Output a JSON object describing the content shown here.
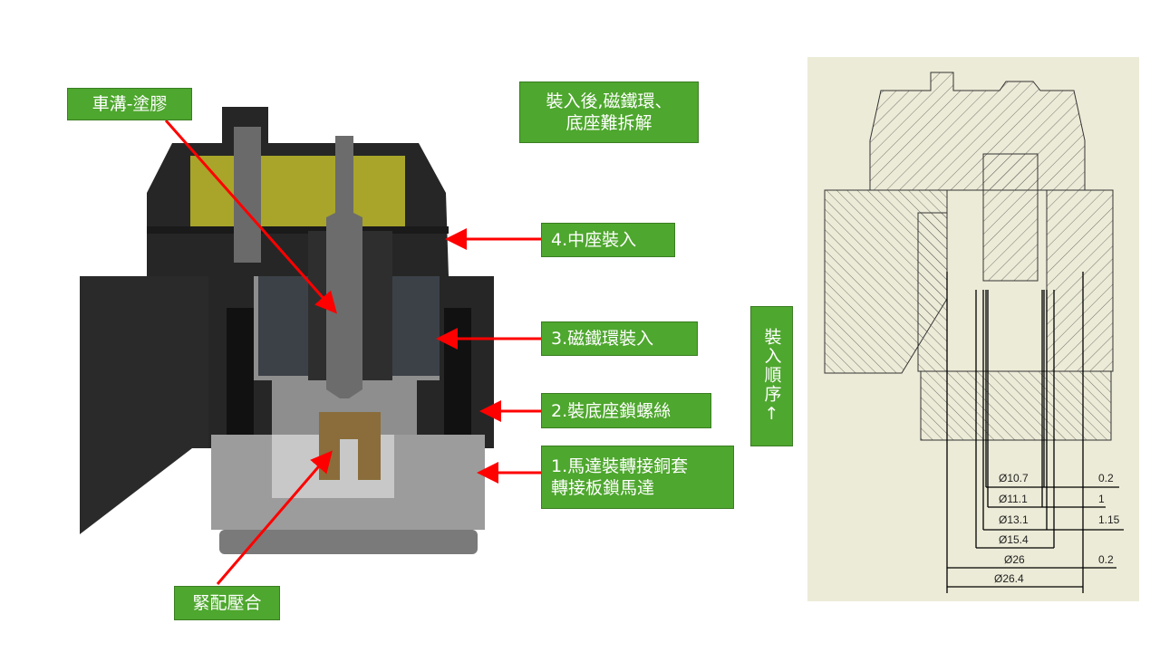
{
  "callouts": {
    "groove_glue": "車溝-塗膠",
    "hard_to_disassemble_line1": "裝入後,磁鐵環、",
    "hard_to_disassemble_line2": "底座難拆解",
    "step4": "4.中座裝入",
    "step3": "3.磁鐵環裝入",
    "step2": "2.裝底座鎖螺絲",
    "step1_line1": "1.馬達裝轉接銅套",
    "step1_line2": "轉接板鎖馬達",
    "press_fit": "緊配壓合",
    "assembly_order": "裝入順序↑"
  },
  "dimensions": [
    {
      "diameter": "Ø10.7",
      "clearance": "0.2"
    },
    {
      "diameter": "Ø11.1",
      "clearance": "1"
    },
    {
      "diameter": "Ø13.1",
      "clearance": "1.15"
    },
    {
      "diameter": "Ø15.4",
      "clearance": ""
    },
    {
      "diameter": "Ø26",
      "clearance": "0.2"
    },
    {
      "diameter": "Ø26.4",
      "clearance": ""
    }
  ],
  "colors": {
    "callout_bg": "#4ea72e",
    "arrow": "#ff0000",
    "drawing_bg": "#ecebd7"
  }
}
